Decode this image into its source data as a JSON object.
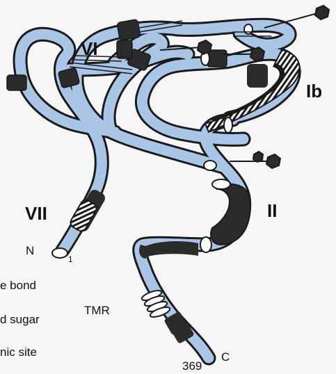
{
  "labels": {
    "VI": "VI",
    "Ib": "Ib",
    "II": "II",
    "VII": "VII",
    "N": "N",
    "num_1": "1",
    "TMR": "TMR",
    "C": "C",
    "num_369": "369"
  },
  "legend": [
    {
      "text": "e bond"
    },
    {
      "text": "d sugar"
    },
    {
      "text": "nic site"
    }
  ],
  "colors": {
    "tube": "#a9c6e6",
    "tube_outline": "#1a1a1a",
    "band": "#2b2b2b",
    "background": "#f6f6f6"
  }
}
